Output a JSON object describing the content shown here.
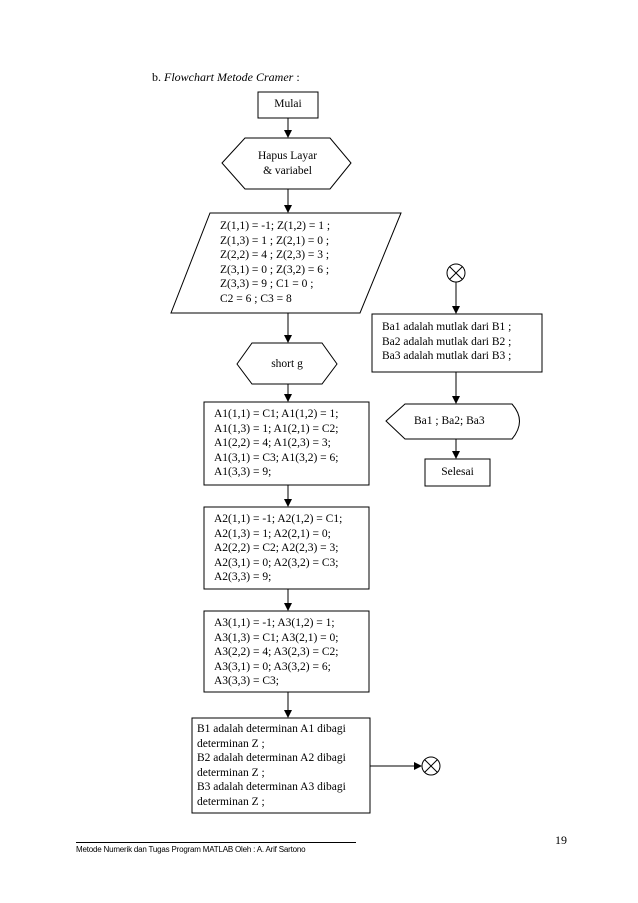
{
  "heading": {
    "label": "b.",
    "title": "Flowchart Metode Cramer",
    "suffix": ":"
  },
  "nodes": {
    "start": "Mulai",
    "clear": [
      "Hapus Layar",
      "& variabel"
    ],
    "input_z": [
      "Z(1,1) = -1; Z(1,2) = 1 ;",
      "Z(1,3) = 1 ; Z(2,1) = 0 ;",
      "Z(2,2) = 4 ; Z(2,3) = 3 ;",
      "Z(3,1) = 0 ; Z(3,2) = 6 ;",
      "Z(3,3) = 9 ; C1 = 0 ;",
      "C2 = 6 ; C3 = 8"
    ],
    "short": "short g",
    "a1": [
      "A1(1,1) = C1; A1(1,2) = 1;",
      "A1(1,3) = 1; A1(2,1) = C2;",
      "A1(2,2) = 4; A1(2,3) = 3;",
      "A1(3,1) = C3; A1(3,2) = 6;",
      "A1(3,3) = 9;"
    ],
    "a2": [
      "A2(1,1) = -1; A2(1,2) = C1;",
      "A2(1,3) = 1; A2(2,1) = 0;",
      "A2(2,2) = C2; A2(2,3) = 3;",
      "A2(3,1) = 0; A2(3,2) = C3;",
      "A2(3,3) = 9;"
    ],
    "a3": [
      "A3(1,1) = -1; A3(1,2) = 1;",
      "A3(1,3) = C1; A3(2,1) = 0;",
      "A3(2,2) = 4; A3(2,3) = C2;",
      "A3(3,1) = 0; A3(3,2) = 6;",
      "A3(3,3) = C3;"
    ],
    "b": [
      "B1 adalah determinan A1 dibagi",
      "determinan Z ;",
      "B2 adalah determinan A2 dibagi",
      "determinan Z ;",
      "B3 adalah determinan A3 dibagi",
      "determinan Z ;"
    ],
    "ba": [
      "Ba1 adalah mutlak dari B1 ;",
      "Ba2 adalah mutlak dari B2 ;",
      "Ba3 adalah mutlak dari B3 ;"
    ],
    "output": "Ba1 ; Ba2; Ba3",
    "end": "Selesai"
  },
  "connector_symbol": "⊗",
  "footer": "Metode Numerik dan Tugas Program MATLAB Oleh : A. Arif Sartono",
  "page_number": "19"
}
